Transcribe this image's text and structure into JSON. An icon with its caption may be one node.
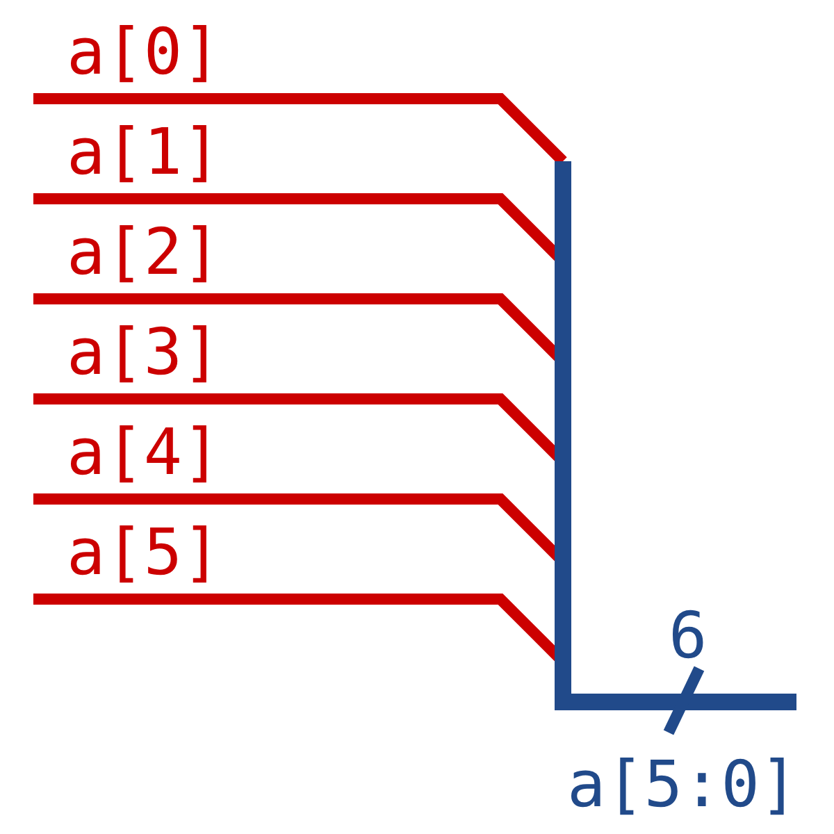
{
  "diagram": {
    "labels": [
      "a[0]",
      "a[1]",
      "a[2]",
      "a[3]",
      "a[4]",
      "a[5]",
      "6",
      "a[5:0]"
    ]
  }
}
